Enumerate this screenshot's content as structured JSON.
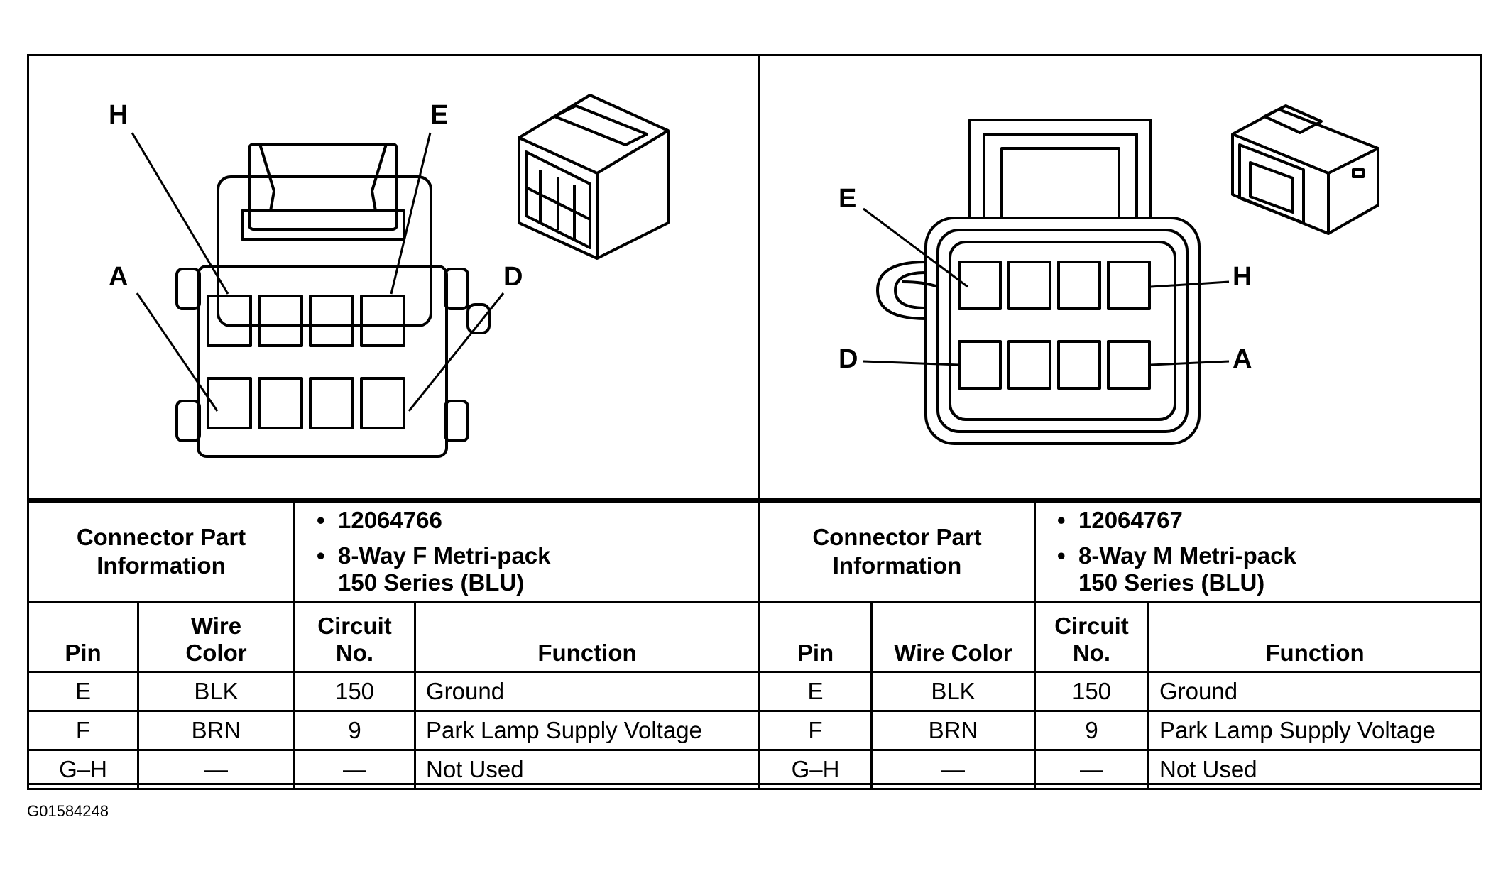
{
  "pin_labels": {
    "left": {
      "h": "H",
      "e": "E",
      "a": "A",
      "d": "D"
    },
    "right": {
      "e": "E",
      "h": "H",
      "d": "D",
      "a": "A"
    }
  },
  "left_table": {
    "info_label_line1": "Connector Part",
    "info_label_line2": "Information",
    "part_number": "12064766",
    "description_line1": "8-Way F Metri-pack",
    "description_line2": "150 Series (BLU)",
    "headers": {
      "pin": "Pin",
      "wire_line1": "Wire",
      "wire_line2": "Color",
      "circuit_line1": "Circuit",
      "circuit_line2": "No.",
      "function": "Function"
    },
    "rows": [
      {
        "pin": "E",
        "wire": "BLK",
        "circuit": "150",
        "function": "Ground"
      },
      {
        "pin": "F",
        "wire": "BRN",
        "circuit": "9",
        "function": "Park Lamp Supply Voltage"
      },
      {
        "pin": "G–H",
        "wire": "—",
        "circuit": "—",
        "function": "Not Used"
      }
    ]
  },
  "right_table": {
    "info_label_line1": "Connector Part",
    "info_label_line2": "Information",
    "part_number": "12064767",
    "description_line1": "8-Way M Metri-pack",
    "description_line2": "150 Series (BLU)",
    "headers": {
      "pin": "Pin",
      "wire": "Wire Color",
      "circuit_line1": "Circuit",
      "circuit_line2": "No.",
      "function": "Function"
    },
    "rows": [
      {
        "pin": "E",
        "wire": "BLK",
        "circuit": "150",
        "function": "Ground"
      },
      {
        "pin": "F",
        "wire": "BRN",
        "circuit": "9",
        "function": "Park Lamp Supply Voltage"
      },
      {
        "pin": "G–H",
        "wire": "—",
        "circuit": "—",
        "function": "Not Used"
      }
    ]
  },
  "bullet_char": "•",
  "figure_id": "G01584248"
}
